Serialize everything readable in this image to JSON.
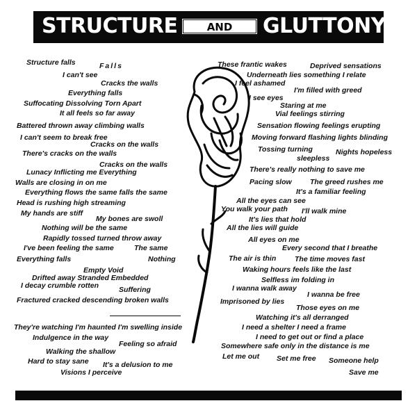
{
  "title": {
    "left": "STRUCTURE",
    "middle": "AND",
    "right": "GLUTTONY"
  },
  "colors": {
    "ink": "#0a0a0a",
    "paper": "#ffffff"
  },
  "image": "rose-drawing",
  "left_lines": [
    "Structure falls",
    "Falls",
    "I can't see",
    "Cracks the walls",
    "Everything falls",
    "Suffocating  Dissolving  Torn Apart",
    "It all feels so far away",
    "Battered  thrown away  climbing walls",
    "I can't seem to break free",
    "Cracks on the walls",
    "There's cracks on the walls",
    "Cracks on the walls",
    "Lunacy  Inflicting me  Everything",
    "Walls are closing in on me",
    "Everything  flows the same  falls the same",
    "Head is rushing high streaming",
    "My hands are stiff",
    "My bones are swoll",
    "Nothing will be the same",
    "Rapidly tossed  turned  throw away",
    "I've been feeling the same",
    "The same",
    "Everything falls",
    "Nothing",
    "Empty  Void",
    "Drifted away  Stranded  Embedded",
    "I decay  crumble  rotten",
    "Suffering",
    "Fractured  cracked  descending  broken walls",
    "They're watching I'm haunted I'm swelling inside",
    "Indulgence in the way",
    "Feeling so afraid",
    "Walking the shallow",
    "Hard to stay sane",
    "It's a delusion to me",
    "Visions I perceive"
  ],
  "right_lines": [
    "These frantic wakes",
    "Deprived sensations",
    "Underneath lies something I relate",
    "I feel ashamed",
    "I'm filled with greed",
    "I see eyes",
    "Staring at me",
    "Vial  feelings  stirring",
    "Sensation flowing  feelings erupting",
    "Moving forward  flashing lights blinding",
    "Tossing turning",
    "Nights hopeless",
    "sleepless",
    "There's really nothing to save me",
    "Pacing slow",
    "The greed rushes me",
    "It's a familiar feeling",
    "All the eyes can see",
    "You walk your path",
    "I'll walk mine",
    "It's lies that hold",
    "All the lies will guide",
    "All eyes on me",
    "Every second that I breathe",
    "The air is thin",
    "The time moves fast",
    "Waking hours feels like the last",
    "Selfless  im folding in",
    "I wanna walk away",
    "I wanna be free",
    "Imprisoned by lies",
    "Those eyes on me",
    "Watching it's all derranged",
    "I need a shelter I need a frame",
    "I need to get out or find a place",
    "Somewhere safe only in the distance is me",
    "Let me out",
    "Set me free",
    "Someone help",
    "Save me"
  ]
}
